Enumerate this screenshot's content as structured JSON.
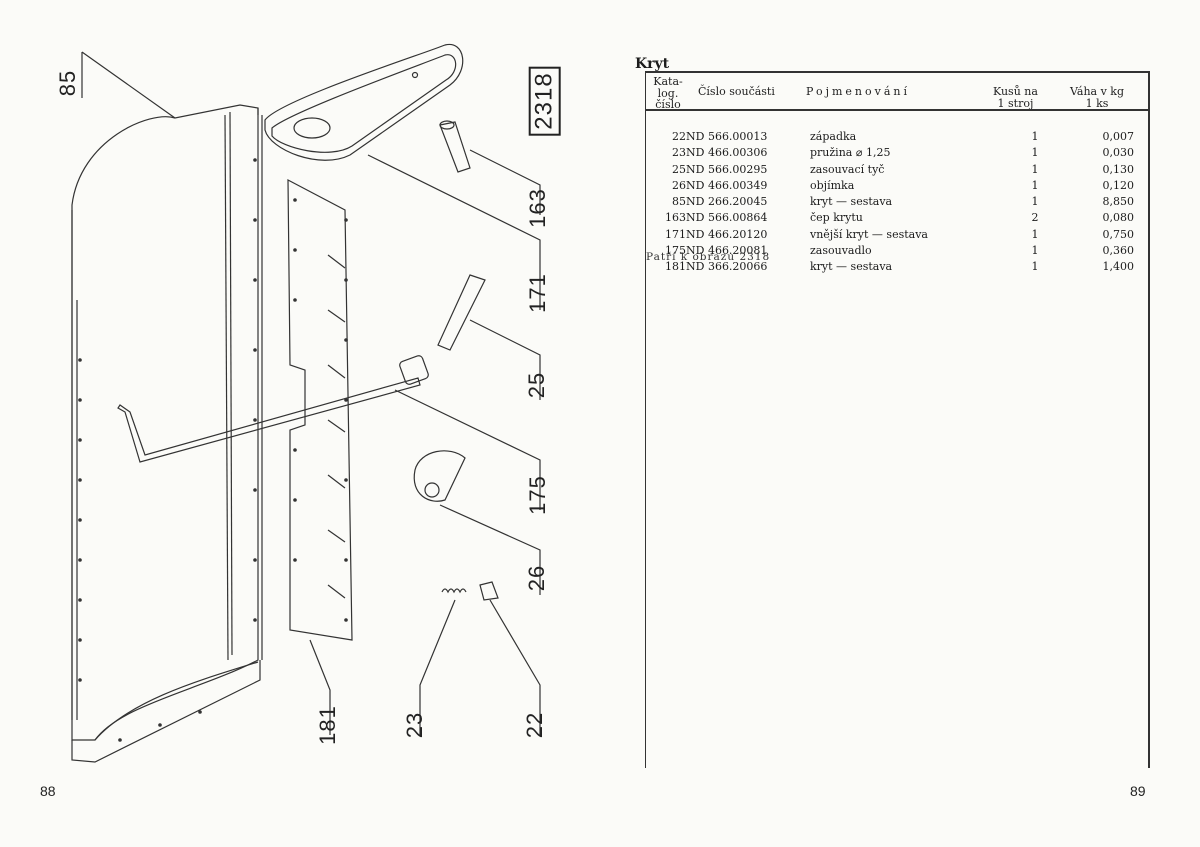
{
  "left_page": {
    "page_number": "88",
    "figure_number": "2318",
    "part_labels": [
      "85",
      "163",
      "171",
      "25",
      "175",
      "26",
      "181",
      "23",
      "22"
    ]
  },
  "right_page": {
    "page_number": "89",
    "title": "Kryt",
    "columns": {
      "katalog": [
        "Kata-",
        "log.",
        "číslo"
      ],
      "cislo": "Číslo součásti",
      "pojmenovani": "Pojmenování",
      "kusu": [
        "Kusů na",
        "1 stroj"
      ],
      "vaha": [
        "Váha v kg",
        "1 ks"
      ]
    },
    "rows": [
      {
        "num": "22",
        "part": "ND 566.00013",
        "name": "západka",
        "qty": "1",
        "weight": "0,007"
      },
      {
        "num": "23",
        "part": "ND 466.00306",
        "name": "pružina ⌀ 1,25",
        "qty": "1",
        "weight": "0,030"
      },
      {
        "num": "25",
        "part": "ND 566.00295",
        "name": "zasouvací tyč",
        "qty": "1",
        "weight": "0,130"
      },
      {
        "num": "26",
        "part": "ND 466.00349",
        "name": "objímka",
        "qty": "1",
        "weight": "0,120"
      },
      {
        "num": "85",
        "part": "ND 266.20045",
        "name": "kryt — sestava",
        "qty": "1",
        "weight": "8,850"
      },
      {
        "num": "163",
        "part": "ND 566.00864",
        "name": "čep krytu",
        "qty": "2",
        "weight": "0,080"
      },
      {
        "num": "171",
        "part": "ND 466.20120",
        "name": "vnější kryt — sestava",
        "qty": "1",
        "weight": "0,750"
      },
      {
        "num": "175",
        "part": "ND 466.20081",
        "name": "zasouvadlo",
        "qty": "1",
        "weight": "0,360"
      },
      {
        "num": "181",
        "part": "ND 366.20066",
        "name": "kryt — sestava",
        "qty": "1",
        "weight": "1,400"
      }
    ],
    "note": "Patří k obrazu 2318"
  }
}
